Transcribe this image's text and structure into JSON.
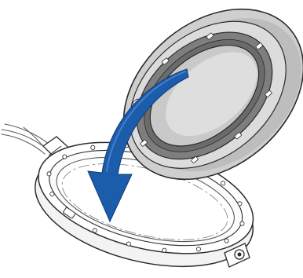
{
  "figure": {
    "type": "assembly-instruction-illustration",
    "parts": [
      "earpad-ring",
      "cable",
      "cup-frame",
      "arrow"
    ],
    "text_labels": []
  },
  "colors": {
    "arrow_blue": "#1b5cab",
    "arrow_edge": "#0f3d7a",
    "ring_gray": "#cfcfcf",
    "ring_dark": "#7e7e7e",
    "outline": "#2b2b2b",
    "frame_light": "#f5f5f5"
  }
}
